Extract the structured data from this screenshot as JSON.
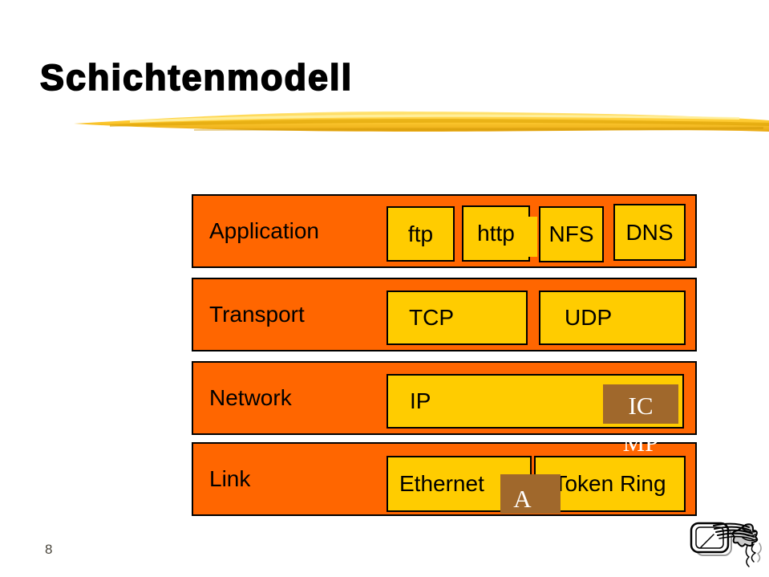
{
  "title": "Schichtenmodell",
  "page_number": "8",
  "layers": [
    {
      "label": "Application",
      "boxes": [
        {
          "text": "ftp"
        },
        {
          "text": "http"
        },
        {
          "text": "NFS"
        },
        {
          "text": "DNS"
        }
      ]
    },
    {
      "label": "Transport",
      "boxes": [
        {
          "text": "TCP"
        },
        {
          "text": "UDP"
        }
      ]
    },
    {
      "label": "Network",
      "boxes": [
        {
          "text": "IP"
        },
        {
          "text_line1": "IC",
          "text_line2": "MP"
        }
      ]
    },
    {
      "label": "Link",
      "boxes": [
        {
          "text": "Ethernet"
        },
        {
          "text": "A"
        },
        {
          "text": "Token Ring"
        }
      ]
    }
  ],
  "icons": {
    "corner_clipart": "whoosh-ribbon-clipart-icon",
    "title_underline": "gold-brush-swoosh"
  },
  "colors": {
    "layer_orange": "#FF6600",
    "protocol_yellow": "#FFCC00",
    "overlay_brown": "#A0682C",
    "swoosh_gold": "#F7BC00",
    "swoosh_light": "#FFE57A",
    "border_black": "#000000",
    "page_number_gray": "#4A463C",
    "overlay_text_white": "#FFFFFF"
  }
}
